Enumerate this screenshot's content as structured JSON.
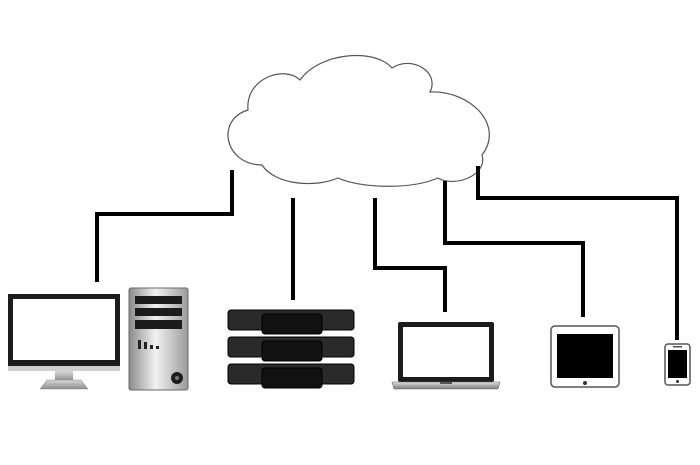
{
  "diagram": {
    "cloud": {
      "icon": "cloud-icon"
    },
    "devices": [
      {
        "id": "desktop",
        "icon": "desktop-monitor-icon"
      },
      {
        "id": "tower",
        "icon": "pc-tower-icon"
      },
      {
        "id": "server",
        "icon": "server-rack-icon"
      },
      {
        "id": "laptop",
        "icon": "laptop-icon"
      },
      {
        "id": "tablet",
        "icon": "tablet-icon"
      },
      {
        "id": "phone",
        "icon": "smartphone-icon"
      }
    ],
    "connections": [
      {
        "from": "cloud",
        "to": "desktop"
      },
      {
        "from": "cloud",
        "to": "server"
      },
      {
        "from": "cloud",
        "to": "laptop"
      },
      {
        "from": "cloud",
        "to": "tablet"
      },
      {
        "from": "cloud",
        "to": "phone"
      }
    ],
    "colors": {
      "line": "#000000",
      "device_dark": "#1c1c1c",
      "device_gray": "#c8c8c8",
      "cloud_fill": "#ffffff"
    }
  }
}
